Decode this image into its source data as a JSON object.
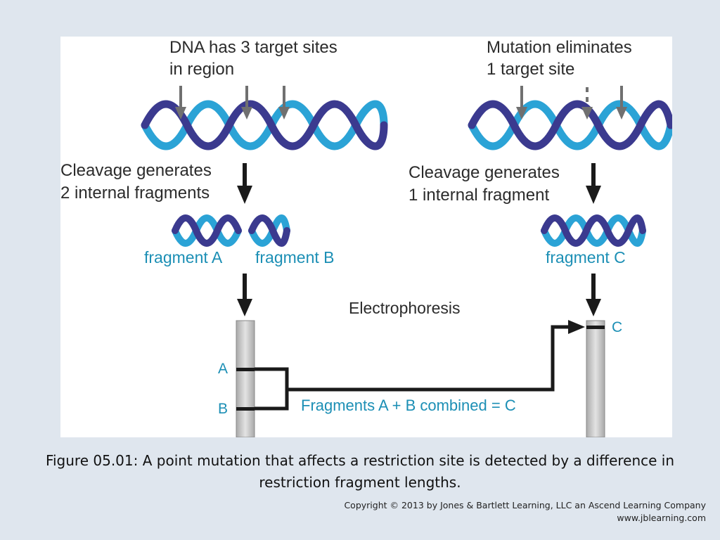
{
  "diagram": {
    "left": {
      "title_line1": "DNA has 3 target sites",
      "title_line2": "in region",
      "cleavage_line1": "Cleavage generates",
      "cleavage_line2": "2 internal fragments",
      "fragment_a": "fragment A",
      "fragment_b": "fragment B",
      "band_a": "A",
      "band_b": "B"
    },
    "right": {
      "title_line1": "Mutation eliminates",
      "title_line2": "1 target site",
      "cleavage_line1": "Cleavage generates",
      "cleavage_line2": "1 internal fragment",
      "fragment_c": "fragment C",
      "band_c": "C"
    },
    "electrophoresis": "Electrophoresis",
    "combined_label": "Fragments  A + B combined = C"
  },
  "caption": "Figure 05.01: A point mutation that affects a restriction site is detected by a difference in restriction fragment lengths.",
  "copyright": {
    "line1": "Copyright © 2013 by Jones & Bartlett Learning, LLC an Ascend Learning Company",
    "line2": "www.jblearning.com"
  },
  "colors": {
    "dna_dark": "#3b3a8f",
    "dna_light": "#2ba3d6",
    "fragment_text": "#1c8fb5",
    "arrow": "#1a1a1a",
    "site_arrow": "#707070"
  }
}
